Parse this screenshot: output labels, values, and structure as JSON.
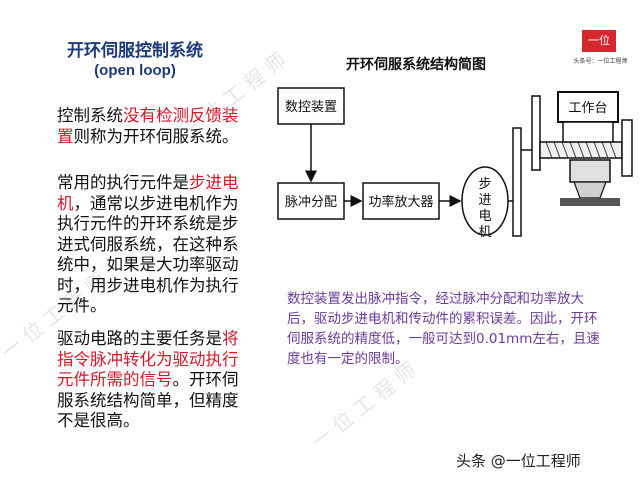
{
  "left": {
    "title": "开环伺服控制系统",
    "subtitle": "(open loop)",
    "p1": {
      "a": "控制系统",
      "b": "没有检测反馈装置",
      "c": "则称为开环伺服系统。"
    },
    "p2": {
      "a": "常用的执行元件是",
      "b": "步进电机",
      "c": "，通常以步进电机作为执行元件的开环系统是步进式伺服系统，在这种系统中，如果是大功率驱动时，用步进电机作为执行元件。"
    },
    "p3": {
      "a": "驱动电路的主要任务是",
      "b": "将指令脉冲转化为驱动执行元件所需的信号",
      "c": "。开环伺服系统结构简单，但精度不是很高。"
    }
  },
  "diagram": {
    "title": "开环伺服系统结构简图",
    "boxes": {
      "nc": "数控装置",
      "pulse": "脉冲分配",
      "amp": "功率放大器",
      "table": "工作台"
    },
    "motor": {
      "line1": "步",
      "line2": "进",
      "line3": "电",
      "line4": "机"
    }
  },
  "description": "数控装置发出脉冲指令，经过脉冲分配和功率放大后，驱动步进电机和传动件的累积误差。因此，开环伺服系统的精度低，一般可达到0.01mm左右，且速度也有一定的限制。",
  "logo": {
    "mark": "一位",
    "caption": "头条号：一位工程师"
  },
  "watermark": "头条 @一位工程师"
}
